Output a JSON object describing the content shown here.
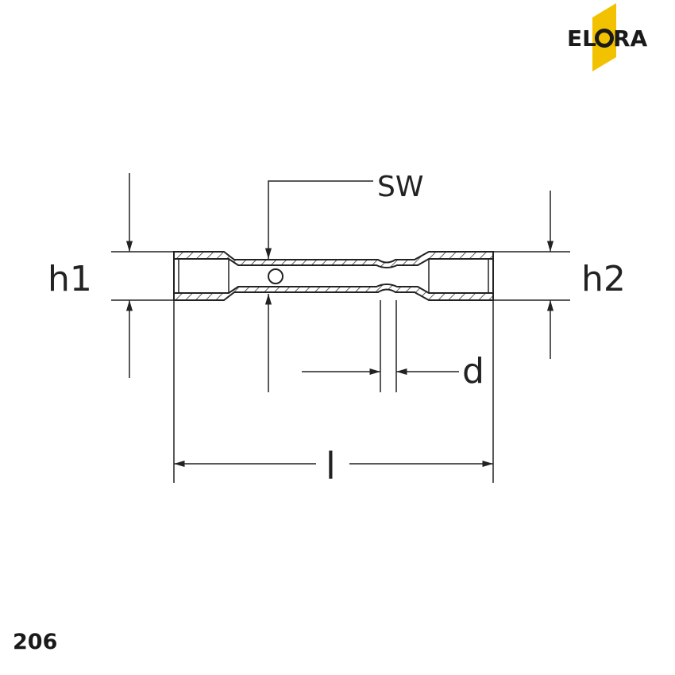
{
  "logo": {
    "text_left": "EL",
    "text_right": "RA",
    "accent_color": "#f2c200",
    "text_color": "#1a1a1a"
  },
  "dimensions": {
    "h1": "h1",
    "h2": "h2",
    "sw": "SW",
    "d": "d",
    "l": "l"
  },
  "product_code": "206",
  "colors": {
    "line": "#222222",
    "hatch": "#333333",
    "background": "#ffffff"
  }
}
